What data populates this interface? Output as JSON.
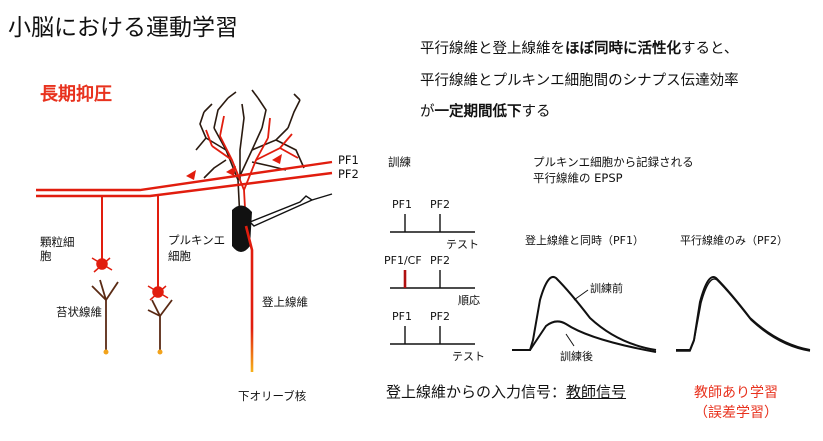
{
  "title": "小脳における運動学習",
  "subtitle": "長期抑圧",
  "description": {
    "line1_parts": [
      "平行線維と登上線維を",
      "ほぼ同時に活性化",
      "すると、"
    ],
    "line2": "平行線維とプルキンエ細胞間のシナプス伝達効率",
    "line3_parts": [
      "が",
      "一定期間低下",
      "する"
    ]
  },
  "anatomy_labels": {
    "pf1": "PF1",
    "pf2": "PF2",
    "granule_cell": [
      "顆粒細",
      "胞"
    ],
    "mossy_fiber": "苔状線維",
    "purkinje_cell": [
      "プルキンエ",
      "細胞"
    ],
    "climbing_fiber": "登上線維",
    "inferior_olive": "下オリーブ核"
  },
  "protocol": {
    "training_label": "訓練",
    "rows": [
      {
        "pulse1": "PF1",
        "pulse2": "PF2",
        "caption": "テスト"
      },
      {
        "pulse1": "PF1/CF",
        "pulse2": "PF2",
        "caption": "順応"
      },
      {
        "pulse1": "PF1",
        "pulse2": "PF2",
        "caption": "テスト"
      }
    ]
  },
  "epsp": {
    "title_lines": [
      "プルキンエ細胞から記録される",
      "平行線維の EPSP"
    ],
    "panel1_title": "登上線維と同時（PF1）",
    "panel2_title": "平行線維のみ（PF2）",
    "before_label": "訓練前",
    "after_label": "訓練後"
  },
  "teacher_signal": {
    "prefix": "登上線維からの入力信号：",
    "underlined": "教師信号"
  },
  "supervised_learning": {
    "line1": "教師あり学習",
    "line2": "（誤差学習）"
  },
  "colors": {
    "accent_red": "#e8321e",
    "fiber_red": "#e11d0e",
    "dendrite_dark": "#2a1a10"
  }
}
